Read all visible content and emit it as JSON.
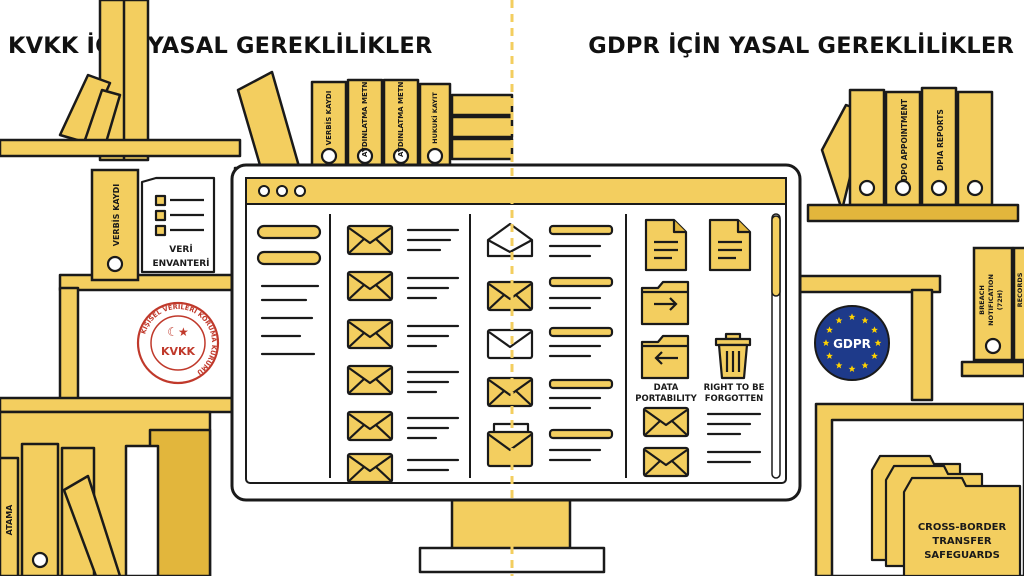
{
  "titles": {
    "left": "KVKK İÇİN YASAL GEREKLİLİKLER",
    "right": "GDPR İÇİN YASAL GEREKLİLİKLER"
  },
  "kvkk": {
    "binders_top": [
      "VERBİS KAYDI",
      "AYDINLATMA METNİ",
      "AYDINLATMA METNİ",
      "HUKUKİ KAYIT"
    ],
    "binder_side": "VERBİS KAYDI",
    "document_label": [
      "VERİ",
      "ENVANTERİ"
    ],
    "binder_bottom": "ATAMA",
    "seal_text": "KİŞİSEL VERİLERİ KORUMA KURUMU",
    "seal_center": "KVKK"
  },
  "gdpr": {
    "binders_top": [
      "DPO APPOINTMENT",
      "DPIA REPORTS"
    ],
    "binder_side": [
      "BREACH",
      "NOTIFICATION",
      "(72H)"
    ],
    "binder_side_clipped": "RECORDS",
    "badge": "GDPR",
    "folder_label": [
      "CROSS-BORDER",
      "TRANSFER",
      "SAFEGUARDS"
    ]
  },
  "screen": {
    "data_portability": [
      "DATA",
      "PORTABILITY"
    ],
    "right_to_be_forgotten": [
      "RIGHT TO BE",
      "FORGOTTEN"
    ]
  },
  "colors": {
    "accent": "#F3CE5F",
    "accent_dark": "#E2B63C",
    "outline": "#1A1A1A",
    "seal": "#C0392B",
    "eu_blue": "#1E3A8A",
    "eu_star": "#FFD200"
  }
}
